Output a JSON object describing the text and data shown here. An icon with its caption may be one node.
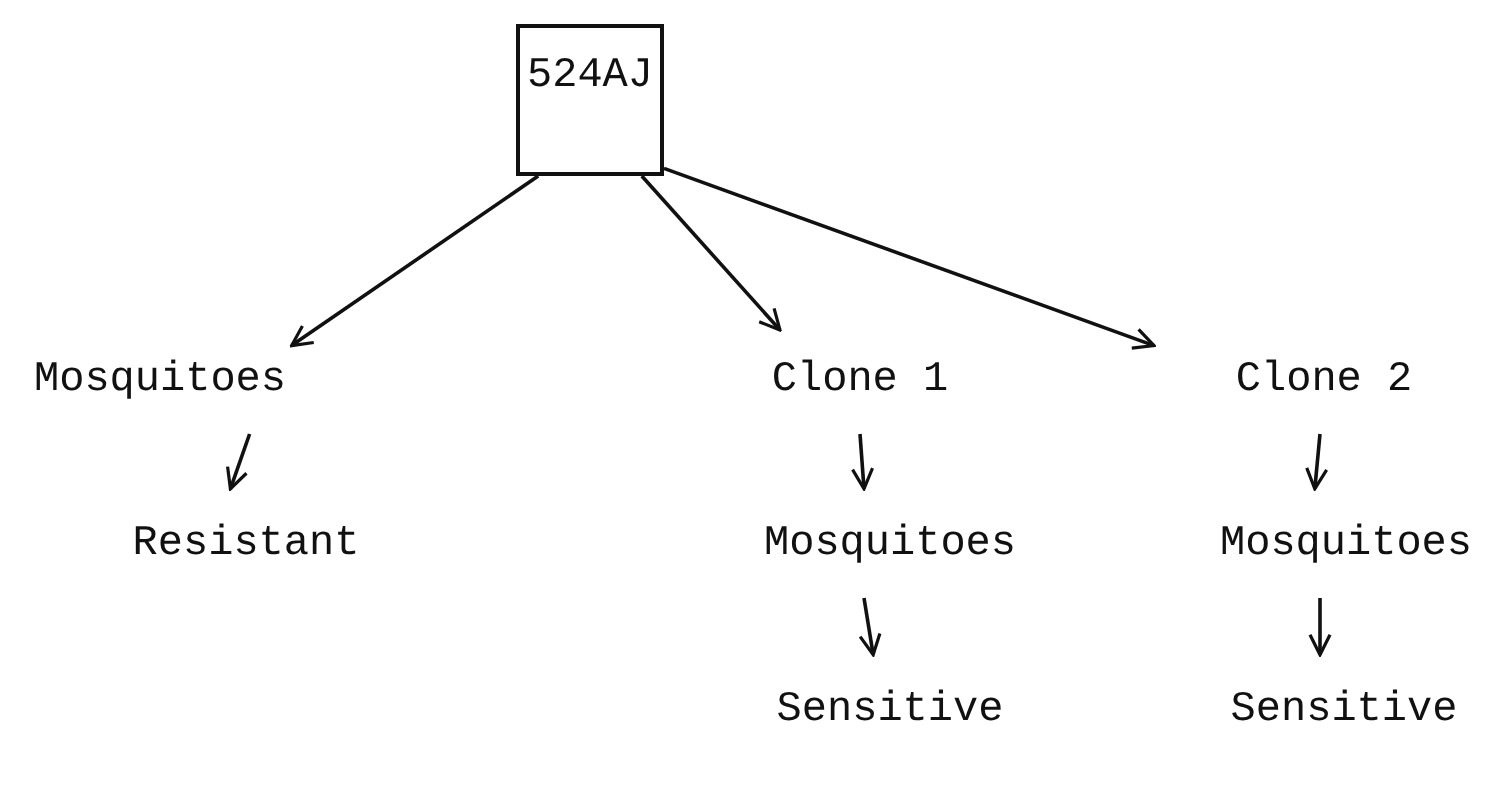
{
  "diagram": {
    "nodes": [
      {
        "text": [
          "524AJ"
        ]
      },
      {
        "text": [
          "Mosquitoes"
        ]
      },
      {
        "text": [
          "Resistant"
        ]
      },
      {
        "text": [
          "Clone 1"
        ]
      },
      {
        "text": [
          "Mosquitoes"
        ]
      },
      {
        "text": [
          "Sensitive"
        ]
      },
      {
        "text": [
          "Clone 2"
        ]
      },
      {
        "text": [
          "Mosquitoes"
        ]
      },
      {
        "text": [
          "Sensitive"
        ]
      }
    ],
    "edges": [
      {
        "from": 0,
        "to": 1,
        "arrow": "to"
      },
      {
        "from": 0,
        "to": 3,
        "arrow": "to"
      },
      {
        "from": 0,
        "to": 6,
        "arrow": "to"
      },
      {
        "from": 1,
        "to": 2,
        "arrow": "to"
      },
      {
        "from": 3,
        "to": 4,
        "arrow": "to"
      },
      {
        "from": 4,
        "to": 5,
        "arrow": "to"
      },
      {
        "from": 6,
        "to": 7,
        "arrow": "to"
      },
      {
        "from": 7,
        "to": 8,
        "arrow": "to"
      }
    ]
  }
}
